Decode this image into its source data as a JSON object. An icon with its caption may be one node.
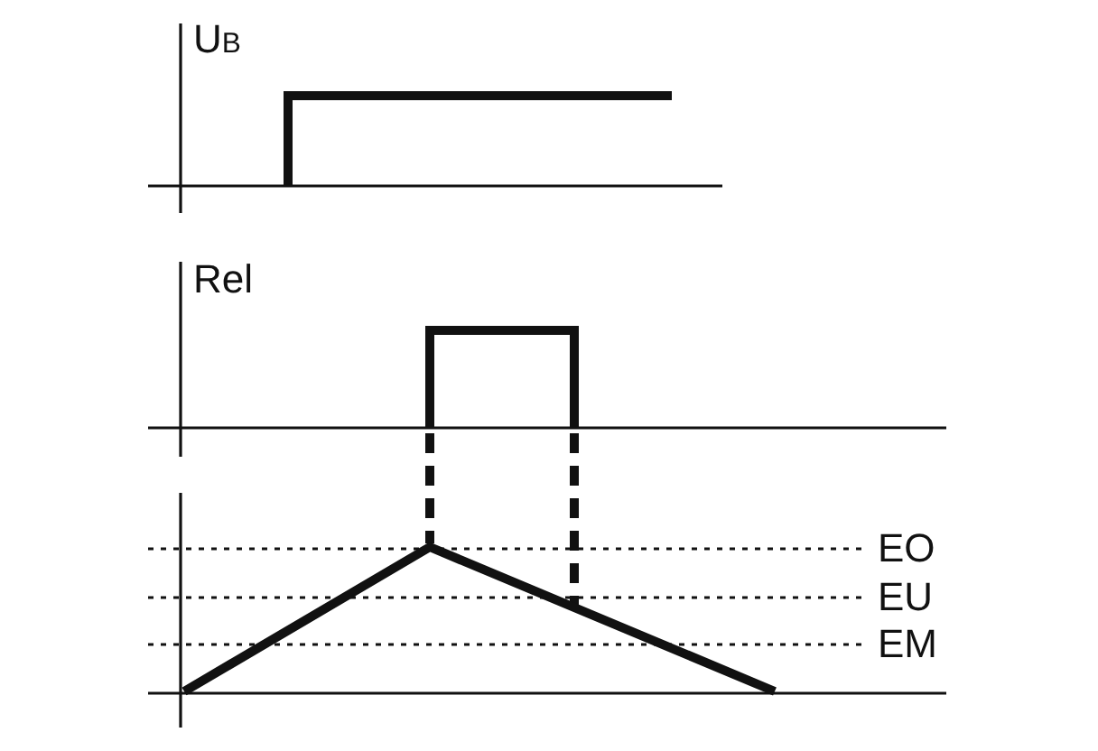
{
  "diagram": {
    "labels": [
      "U$_{B}$",
      "Rel",
      "EO",
      "EU",
      "EM"
    ]
  }
}
